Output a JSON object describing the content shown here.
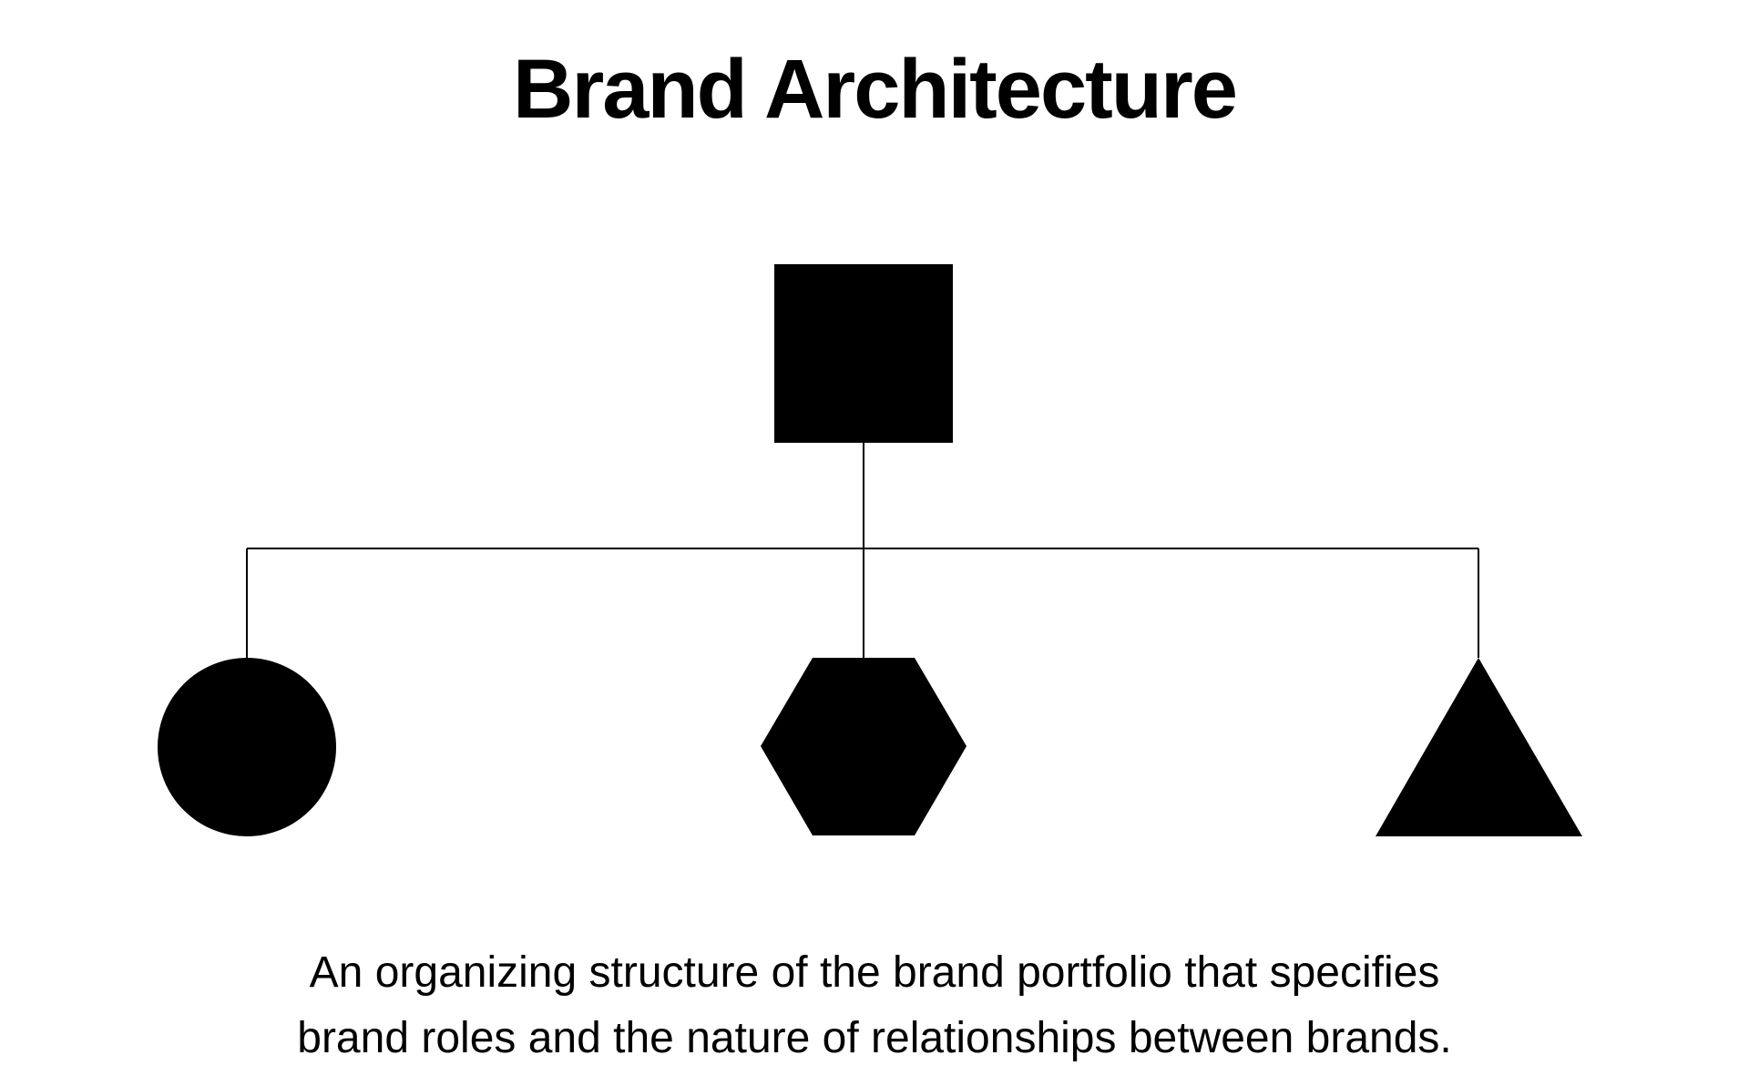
{
  "title": "Brand Architecture",
  "diagram": {
    "parent": {
      "shape": "square"
    },
    "children": [
      {
        "shape": "circle"
      },
      {
        "shape": "hexagon"
      },
      {
        "shape": "triangle"
      }
    ],
    "fill_color": "#000000",
    "line_color": "#000000"
  },
  "caption": {
    "line1": "An organizing structure of the brand portfolio that specifies",
    "line2": "brand roles and the nature of relationships between brands."
  }
}
